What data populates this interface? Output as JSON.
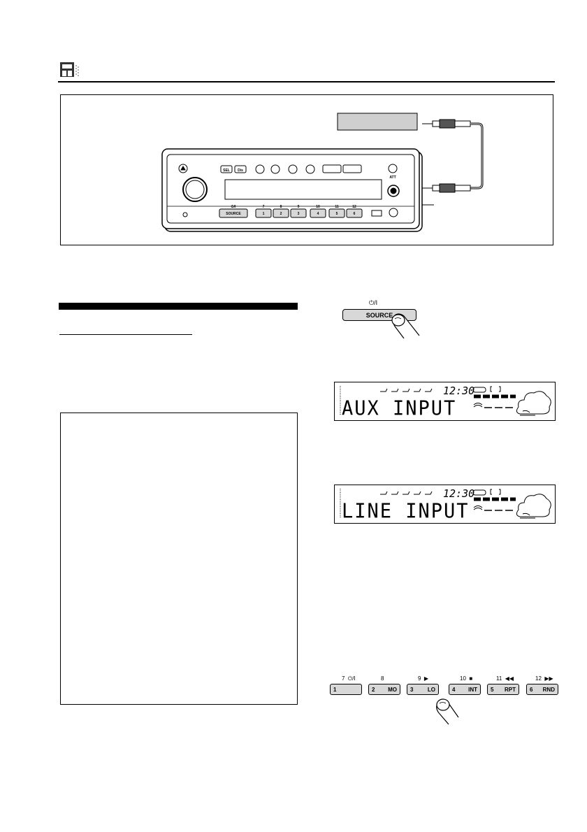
{
  "diagram": {
    "unit_buttons": [
      "SEL",
      "Dis"
    ],
    "source_small_label": "⏻/I",
    "source_label": "SOURCE",
    "preset_top_labels": [
      "7",
      "8",
      "9",
      "10",
      "11",
      "12"
    ],
    "preset_button_labels": [
      "1",
      "2",
      "3",
      "4",
      "5",
      "6"
    ],
    "att_label": "ATT"
  },
  "source_button": {
    "power_label": "⏻/I",
    "label": "SOURCE"
  },
  "displays": [
    {
      "text": "AUX INPUT",
      "time": "12:30"
    },
    {
      "text": "LINE INPUT",
      "time": "12:30"
    }
  ],
  "presets": [
    {
      "top_number": "7",
      "top_symbol": "⏻/I",
      "number": "1",
      "label": ""
    },
    {
      "top_number": "8",
      "top_symbol": "",
      "number": "2",
      "label": "MO"
    },
    {
      "top_number": "9",
      "top_symbol": "▶",
      "number": "3",
      "label": "LO"
    },
    {
      "top_number": "10",
      "top_symbol": "■",
      "number": "4",
      "label": "INT"
    },
    {
      "top_number": "11",
      "top_symbol": "◀◀",
      "number": "5",
      "label": "RPT"
    },
    {
      "top_number": "12",
      "top_symbol": "▶▶",
      "number": "6",
      "label": "RND"
    }
  ],
  "colors": {
    "panel_gray": "#d8d8d8",
    "ink": "#000000"
  }
}
